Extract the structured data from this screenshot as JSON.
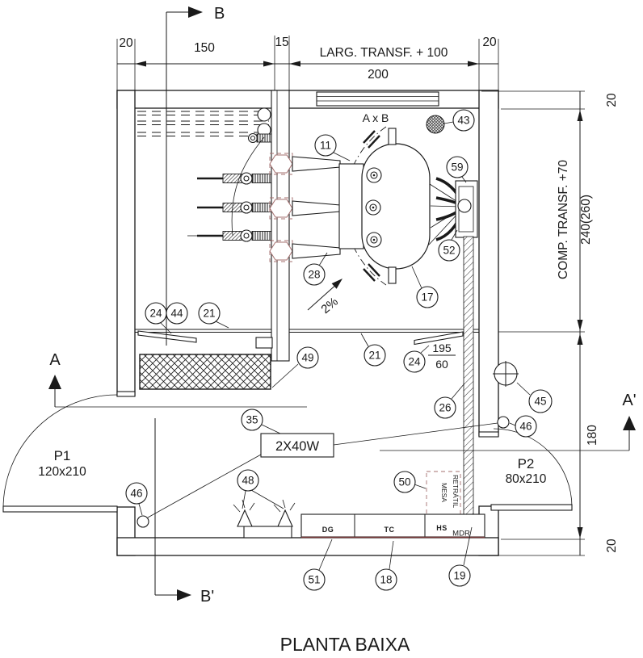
{
  "title": "PLANTA BAIXA",
  "colors": {
    "line": "#1a1a1a",
    "accent_maroon": "#a5706f",
    "cabinet_base_line": "#7a3a3a",
    "mdr_text": "#555555"
  },
  "dimensions": {
    "top": {
      "wall_left": "20",
      "cubicle_width": "150",
      "partition": "15",
      "transf_width_note": "LARG. TRANSF. + 100",
      "transf_width": "200",
      "wall_right": "20"
    },
    "right": {
      "wall_top": "20",
      "transf_depth_note": "COMP. TRANSF. +70",
      "transf_depth": "240(260)",
      "front_depth": "180",
      "wall_bottom": "20"
    }
  },
  "section_markers": {
    "a": "A",
    "a_prime": "A'",
    "b": "B",
    "b_prime": "B'"
  },
  "annotations": {
    "clearance": "A x B",
    "slope": "2%",
    "vent_width": "195",
    "vent_height": "60",
    "luminaire": "2X40W",
    "door1_name": "P1",
    "door1_size": "120x210",
    "door2_name": "P2",
    "door2_size": "80x210",
    "table_word1": "MESA",
    "table_word2": "RETRÁTIL"
  },
  "equipment": {
    "dg": "DG",
    "tc": "TC",
    "hs": "HS",
    "mdr": "MDR"
  },
  "callouts": {
    "c11": "11",
    "c43": "43",
    "c59": "59",
    "c52": "52",
    "c17": "17",
    "c28": "28",
    "c24a": "24",
    "c44": "44",
    "c21a": "21",
    "c21b": "21",
    "c49": "49",
    "c24b": "24",
    "c26": "26",
    "c45": "45",
    "c46a": "46",
    "c46b": "46",
    "c35": "35",
    "c48": "48",
    "c50": "50",
    "c51": "51",
    "c18": "18",
    "c19": "19"
  }
}
